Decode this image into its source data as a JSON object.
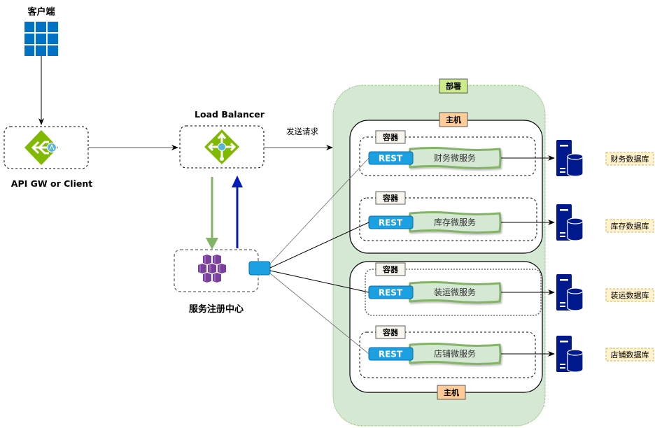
{
  "title": "Microservice deployment diagram",
  "nodes": {
    "client": {
      "label": "客户端"
    },
    "api_gateway": {
      "label": "API GW or Client"
    },
    "load_balancer": {
      "label": "Load Balancer"
    },
    "registry": {
      "label": "服务注册中心"
    },
    "deployment": {
      "label": "部署"
    }
  },
  "edges": {
    "send_request": {
      "label": "发送请求"
    }
  },
  "hosts": [
    {
      "label": "主机",
      "containers": [
        {
          "label": "容器",
          "rest": "REST",
          "service": "财务微服务",
          "database": "财务数据库"
        },
        {
          "label": "容器",
          "rest": "REST",
          "service": "库存微服务",
          "database": "库存数据库"
        }
      ]
    },
    {
      "label": "主机",
      "containers": [
        {
          "label": "容器",
          "rest": "REST",
          "service": "装运微服务",
          "database": "装运数据库"
        },
        {
          "label": "容器",
          "rest": "REST",
          "service": "店铺微服务",
          "database": "店铺数据库"
        }
      ]
    }
  ],
  "colors": {
    "deployment_fill": "#d5e8d4",
    "deployment_border": "#82b366",
    "deployment_tag": "#cdeb8b",
    "host_tag": "#ffcc99",
    "container_tag": "#f9f7ed",
    "rest_fill": "#1ba1e2",
    "rest_border": "#006eaf",
    "service_fill": "#d5e8d4",
    "service_border": "#82b366",
    "db_icon": "#00188d",
    "db_label_fill": "#fff2cc",
    "db_label_border": "#d6b656",
    "client_tile": "#0072c6",
    "green_arrow": "#82b366",
    "blue_arrow": "#001dbc",
    "azure_green": "#7fba00",
    "registry_purple": "#7b3f9e"
  }
}
